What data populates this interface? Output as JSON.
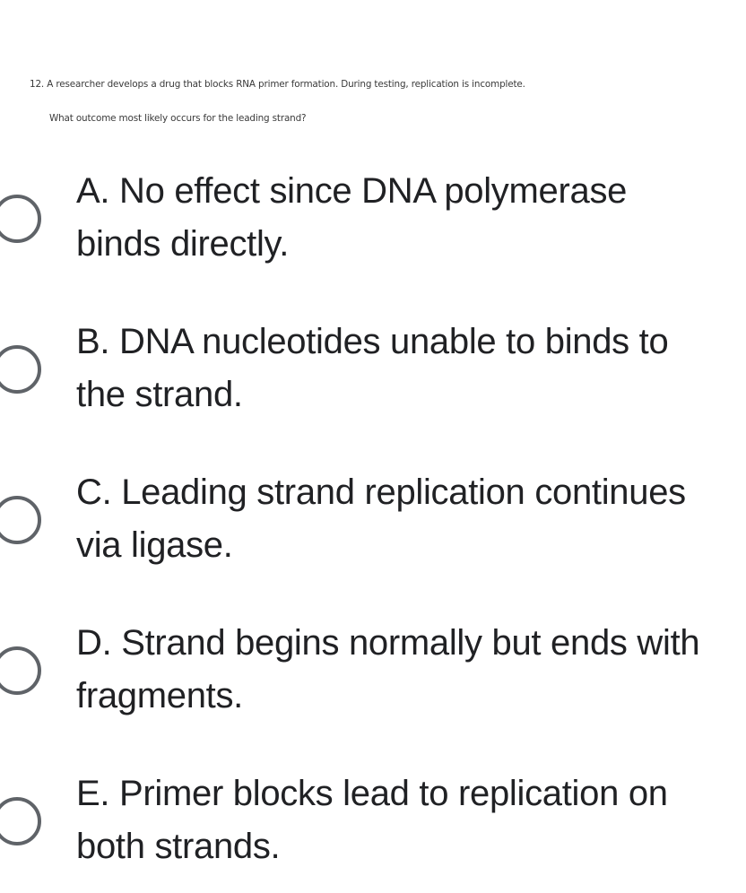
{
  "question": {
    "number": "12.",
    "line1": "12.  A researcher develops a drug that blocks RNA primer formation. During testing, replication is incomplete.",
    "line2": "What outcome most likely occurs for the leading strand?"
  },
  "options": [
    {
      "letter": "A",
      "label": "A. No effect since DNA polymerase binds directly.",
      "selected": false
    },
    {
      "letter": "B",
      "label": "B. DNA nucleotides unable to binds to the strand.",
      "selected": false
    },
    {
      "letter": "C",
      "label": "C. Leading strand replication continues via ligase.",
      "selected": false
    },
    {
      "letter": "D",
      "label": "D. Strand begins normally but ends with fragments.",
      "selected": false
    },
    {
      "letter": "E",
      "label": "E. Primer blocks lead to replication on both strands.",
      "selected": false
    }
  ],
  "colors": {
    "radio_border": "#5f6368",
    "option_text": "#202124",
    "question_text": "#3a3a3a"
  }
}
